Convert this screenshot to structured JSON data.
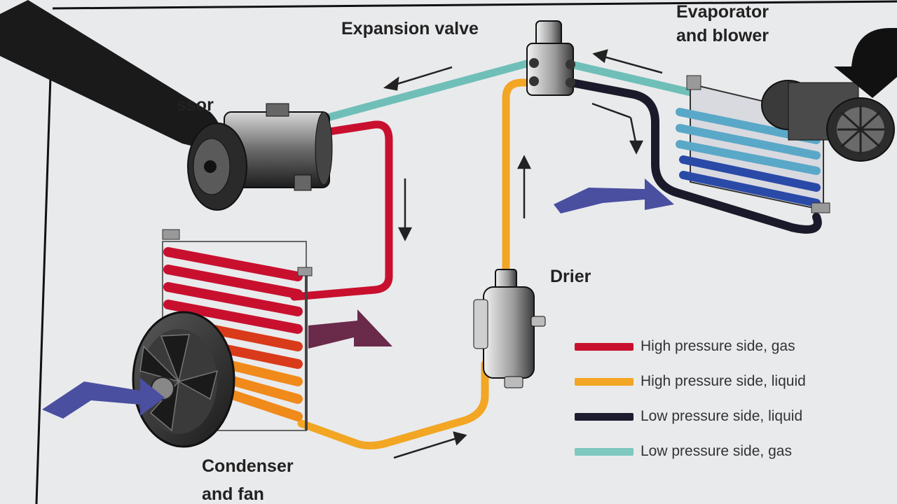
{
  "labels": {
    "expansion_valve": "Expansion valve",
    "evaporator_line1": "Evaporator",
    "evaporator_line2": "and blower",
    "compressor_partial": "ssor",
    "drier": "Drier",
    "condenser_line1": "Condenser",
    "condenser_line2": "and fan"
  },
  "legend": [
    {
      "label": "High pressure side, gas",
      "color": "#c8102e"
    },
    {
      "label": "High pressure side, liquid",
      "color": "#f2a623"
    },
    {
      "label": "Low pressure side, liquid",
      "color": "#1c1c2e"
    },
    {
      "label": "Low pressure side, gas",
      "color": "#7ec8c0"
    }
  ],
  "colors": {
    "background": "#e9eaec",
    "airflow_arrow": "#4a4fa0",
    "condenser_outflow_arrow": "#6a2a4a",
    "frame_line": "#111111"
  }
}
